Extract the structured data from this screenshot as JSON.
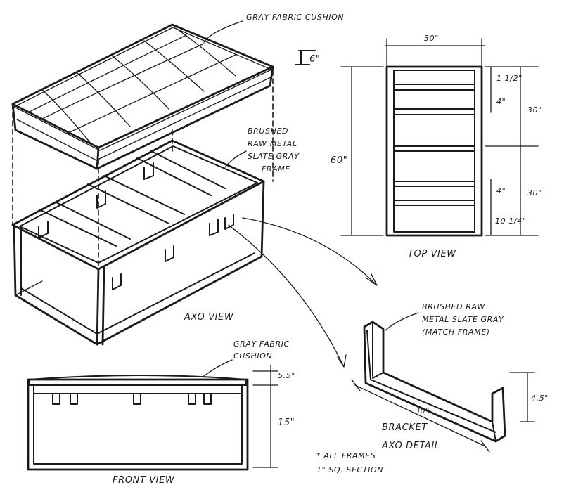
{
  "axo": {
    "cushion_label": "GRAY FABRIC CUSHION",
    "cushion_height": "6\"",
    "frame_label_1": "BRUSHED",
    "frame_label_2": "RAW METAL",
    "frame_label_3": "SLATE GRAY",
    "frame_label_4": "FRAME",
    "view_label": "AXO VIEW"
  },
  "top_view": {
    "width_dim": "30\"",
    "length_dim": "60\"",
    "dim_a": "1 1/2\"",
    "dim_b": "4\"",
    "dim_c": "30\"",
    "dim_d": "4\"",
    "dim_e": "30\"",
    "dim_f": "10 1/4\"",
    "view_label": "TOP VIEW"
  },
  "bracket": {
    "label_1": "BRUSHED RAW",
    "label_2": "METAL SLATE GRAY",
    "label_3": "(MATCH FRAME)",
    "height_dim": "4.5\"",
    "length_dim": "30\"",
    "view_label_1": "BRACKET",
    "view_label_2": "AXO DETAIL"
  },
  "front_view": {
    "cushion_label_1": "GRAY FABRIC",
    "cushion_label_2": "CUSHION",
    "cushion_dim": "5.5\"",
    "height_dim": "15\"",
    "view_label": "FRONT VIEW"
  },
  "notes": {
    "line_1": "* ALL FRAMES",
    "line_2": "1\" SQ. SECTION"
  }
}
